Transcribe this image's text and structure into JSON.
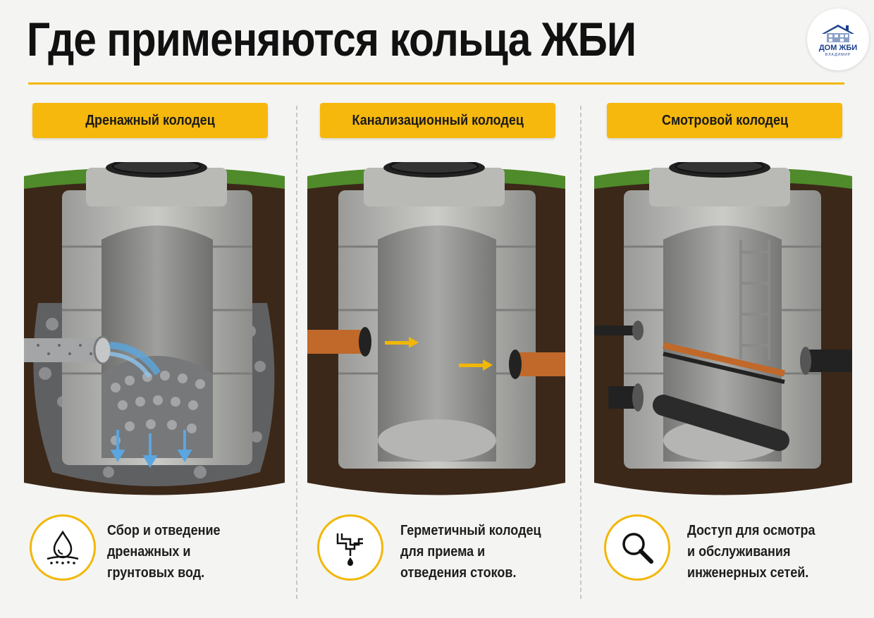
{
  "page": {
    "title": "Где применяются кольца ЖБИ"
  },
  "logo": {
    "name": "ДОМ ЖБИ",
    "city": "ВЛАДИМИР"
  },
  "columns": [
    {
      "label": "Дренажный колодец",
      "icon": "water-drop-icon",
      "description": [
        "Сбор и отведение",
        "дренажных и",
        "грунтовых вод."
      ]
    },
    {
      "label": "Канализационный колодец",
      "icon": "sewer-pipe-icon",
      "description": [
        "Герметичный колодец",
        "для приема и",
        "отведения стоков."
      ]
    },
    {
      "label": "Смотровой колодец",
      "icon": "magnifier-icon",
      "description": [
        "Доступ для осмотра",
        "и обслуживания",
        "инженерных сетей."
      ]
    }
  ],
  "colors": {
    "accent": "#f6b80d",
    "text": "#111111",
    "concrete": "#a9aaa8",
    "soil": "#3b2819",
    "grass": "#4f8a2b",
    "pipe_orange": "#c0692a",
    "water": "#5aa6e0"
  }
}
